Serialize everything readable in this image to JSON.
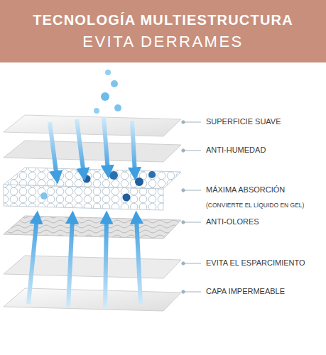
{
  "diagram": {
    "nodes": [
      {
        "text": [
          "TECNOLOGÍA MULTIESTRUCTURA",
          "EVITA DERRAMES"
        ]
      }
    ],
    "labels": [
      "SUPERFICIE SUAVE",
      "ANTI-HUMEDAD",
      "MÁXIMA ABSORCIÓN",
      "(CONVIERTE EL LÍQUIDO EN GEL)",
      "ANTI-OLORES",
      "EVITA EL ESPARCIMIENTO",
      "CAPA IMPERMEABLE"
    ]
  }
}
